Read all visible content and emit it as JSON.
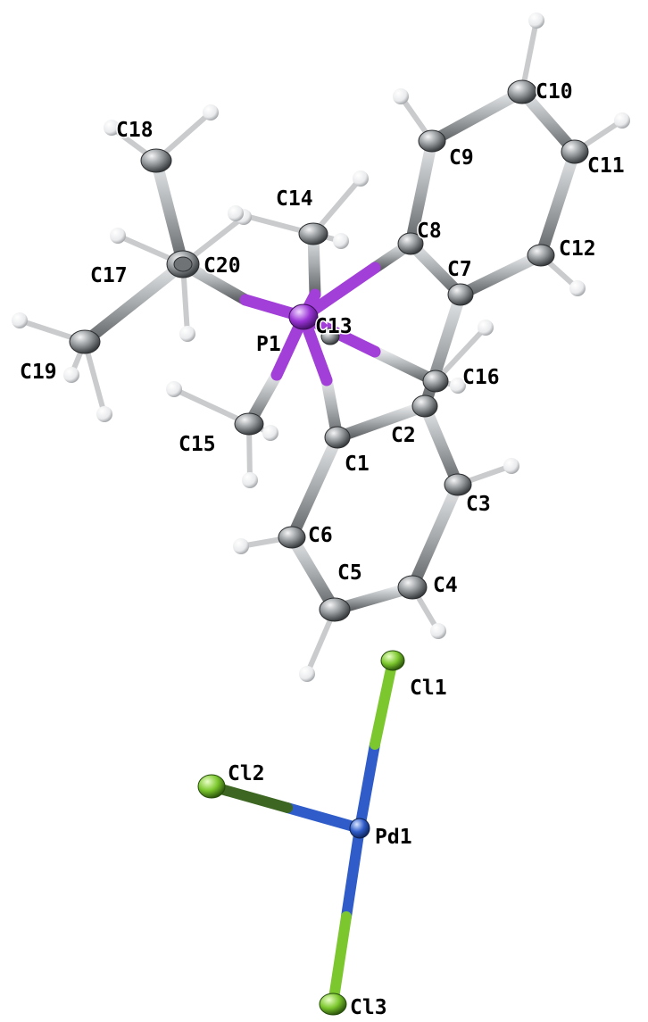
{
  "molecule": {
    "atoms": [
      {
        "id": "P1",
        "label": "P1",
        "element": "P"
      },
      {
        "id": "C1",
        "label": "C1",
        "element": "C"
      },
      {
        "id": "C2",
        "label": "C2",
        "element": "C"
      },
      {
        "id": "C3",
        "label": "C3",
        "element": "C"
      },
      {
        "id": "C4",
        "label": "C4",
        "element": "C"
      },
      {
        "id": "C5",
        "label": "C5",
        "element": "C"
      },
      {
        "id": "C6",
        "label": "C6",
        "element": "C"
      },
      {
        "id": "C7",
        "label": "C7",
        "element": "C"
      },
      {
        "id": "C8",
        "label": "C8",
        "element": "C"
      },
      {
        "id": "C9",
        "label": "C9",
        "element": "C"
      },
      {
        "id": "C10",
        "label": "C10",
        "element": "C"
      },
      {
        "id": "C11",
        "label": "C11",
        "element": "C"
      },
      {
        "id": "C12",
        "label": "C12",
        "element": "C"
      },
      {
        "id": "C13",
        "label": "C13",
        "element": "C"
      },
      {
        "id": "C14",
        "label": "C14",
        "element": "C"
      },
      {
        "id": "C15",
        "label": "C15",
        "element": "C"
      },
      {
        "id": "C16",
        "label": "C16",
        "element": "C"
      },
      {
        "id": "C17",
        "label": "C17",
        "element": "C"
      },
      {
        "id": "C18",
        "label": "C18",
        "element": "C"
      },
      {
        "id": "C19",
        "label": "C19",
        "element": "C"
      },
      {
        "id": "C20",
        "label": "C20",
        "element": "C"
      },
      {
        "id": "Pd1",
        "label": "Pd1",
        "element": "Pd"
      },
      {
        "id": "Cl1",
        "label": "Cl1",
        "element": "Cl"
      },
      {
        "id": "Cl2",
        "label": "Cl2",
        "element": "Cl"
      },
      {
        "id": "Cl3",
        "label": "Cl3",
        "element": "Cl"
      }
    ],
    "colors": {
      "carbon": "#8f9396",
      "hydrogen": "#f1f1f1",
      "phosphorus": "#9a34d6",
      "palladium": "#2f5cc9",
      "chlorine": "#7cc72e",
      "bond": "#a7abad",
      "background": "#ffffff"
    }
  }
}
